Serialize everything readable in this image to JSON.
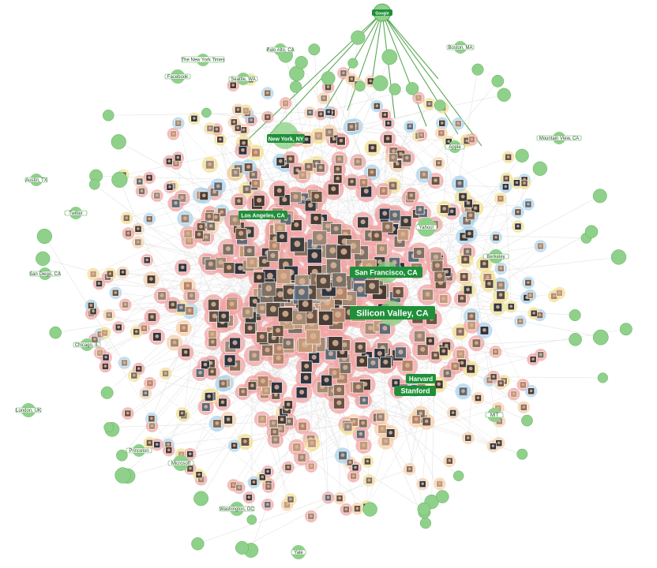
{
  "colors": {
    "background": "#ffffff",
    "location_node": "#8fd18a",
    "location_node_stroke": "#5fae5a",
    "label_badge": "#1f8f3a",
    "hub_edge": "#3f9a3a",
    "faint_edge": "#e3e3e3",
    "person_halo_core": "#f2a3a3",
    "person_halo_blue": "#a9d3ec",
    "person_halo_yellow": "#f1e08c",
    "person_halo_peach": "#f7cfa8"
  },
  "major_labels": {
    "silicon_valley": "Silicon Valley, CA",
    "san_francisco": "San Francisco, CA",
    "new_york": "New York, NY",
    "los_angeles": "Los Angeles, CA",
    "harvard": "Harvard",
    "stanford": "Stanford",
    "top_hub": "Google"
  },
  "minor_labels": {
    "new_york_times": "The New York Times",
    "berkeley": "Berkeley",
    "washington": "Washington, DC",
    "seattle": "Seattle, WA",
    "boston": "Boston, MA",
    "london": "London, UK",
    "palo_alto": "Palo Alto, CA",
    "mountain_view": "Mountain View, CA",
    "san_diego": "San Diego, CA",
    "austin": "Austin, TX",
    "chicago": "Chicago, IL",
    "microsoft": "Microsoft",
    "mit": "MIT",
    "yahoo": "Yahoo!",
    "apple": "Apple",
    "facebook": "Facebook",
    "twitter": "Twitter",
    "princeton": "Princeton",
    "yale": "Yale"
  }
}
